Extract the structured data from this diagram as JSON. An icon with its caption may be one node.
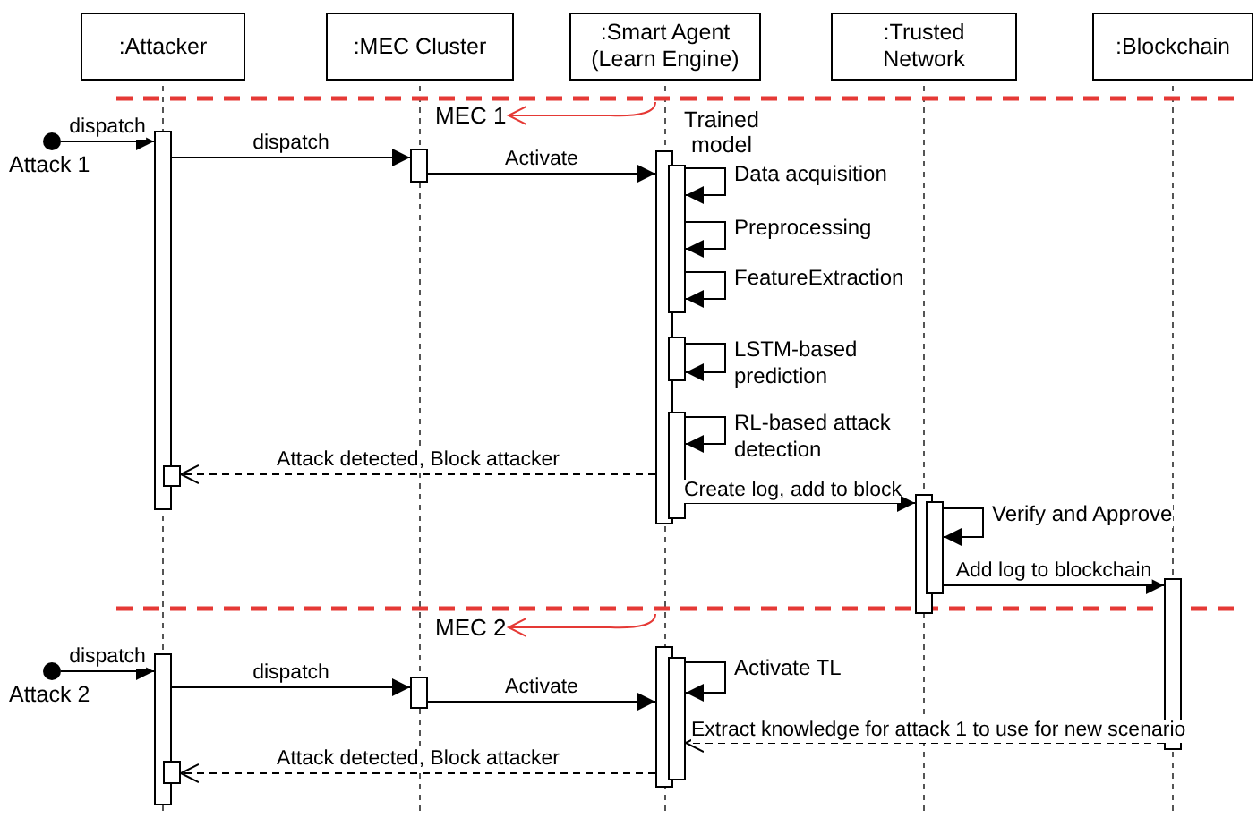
{
  "diagram": {
    "nodes": [
      {
        "text": [
          ":Attacker"
        ]
      },
      {
        "text": [
          ":MEC Cluster"
        ]
      },
      {
        "text": [
          ":Smart Agent (Learn Engine)"
        ]
      },
      {
        "text": [
          ":Trusted Network"
        ]
      },
      {
        "text": [
          ":Blockchain"
        ]
      },
      {
        "text": [
          "Attack 1"
        ]
      },
      {
        "text": [
          "Attack 2"
        ]
      },
      {
        "text": [],
        "shape": "bar"
      },
      {
        "text": [],
        "shape": "bar"
      },
      {
        "text": [],
        "shape": "bar"
      },
      {
        "text": [],
        "shape": "bar"
      },
      {
        "text": [],
        "shape": "bar"
      },
      {
        "text": [],
        "shape": "bar"
      },
      {
        "text": [],
        "shape": "bar"
      },
      {
        "text": [],
        "shape": "bar"
      },
      {
        "text": [],
        "shape": "bar"
      },
      {
        "text": [],
        "shape": "bar"
      },
      {
        "text": [],
        "shape": "bar"
      },
      {
        "text": [],
        "shape": "bar"
      },
      {
        "text": [],
        "shape": "bar"
      },
      {
        "text": [],
        "shape": "bar"
      },
      {
        "text": [],
        "shape": "bar"
      },
      {
        "text": [
          "MEC 1"
        ]
      },
      {
        "text": [
          "MEC 2"
        ]
      }
    ],
    "edges": [
      {
        "from": 5,
        "to": 7,
        "arrow": "to",
        "label": "dispatch"
      },
      {
        "from": 7,
        "to": 9,
        "arrow": "to",
        "label": "dispatch"
      },
      {
        "from": 9,
        "to": 10,
        "arrow": "to",
        "label": "Activate"
      },
      {
        "from": 11,
        "to": 11,
        "arrow": "to",
        "label": "Data acquisition"
      },
      {
        "from": 11,
        "to": 11,
        "arrow": "to",
        "label": "Preprocessing"
      },
      {
        "from": 11,
        "to": 11,
        "arrow": "to",
        "label": "FeatureExtraction"
      },
      {
        "from": 12,
        "to": 12,
        "arrow": "to",
        "label": "LSTM-based prediction"
      },
      {
        "from": 13,
        "to": 13,
        "arrow": "to",
        "label": "RL-based attack detection"
      },
      {
        "from": 10,
        "to": 8,
        "arrow": "to",
        "label": "Attack detected, Block attacker",
        "style": "dashed"
      },
      {
        "from": 13,
        "to": 14,
        "arrow": "to",
        "label": "Create log, add to block"
      },
      {
        "from": 15,
        "to": 15,
        "arrow": "to",
        "label": "Verify and Approve"
      },
      {
        "from": 15,
        "to": 16,
        "arrow": "to",
        "label": "Add log to blockchain"
      },
      {
        "from": 6,
        "to": 17,
        "arrow": "to",
        "label": "dispatch"
      },
      {
        "from": 17,
        "to": 19,
        "arrow": "to",
        "label": "dispatch"
      },
      {
        "from": 19,
        "to": 20,
        "arrow": "to",
        "label": "Activate"
      },
      {
        "from": 21,
        "to": 21,
        "arrow": "to",
        "label": "Activate TL"
      },
      {
        "from": 16,
        "to": 21,
        "arrow": "to",
        "label": "Extract knowledge for attack 1 to use for new scenario",
        "style": "dashed"
      },
      {
        "from": 20,
        "to": 18,
        "arrow": "to",
        "label": "Attack detected, Block attacker",
        "style": "dashed"
      },
      {
        "from": 2,
        "to": 22,
        "arrow": "to",
        "color": "#e53935"
      },
      {
        "from": null,
        "to": 23,
        "arrow": "to",
        "color": "#e53935"
      }
    ],
    "labels": [
      "Trained model"
    ]
  }
}
